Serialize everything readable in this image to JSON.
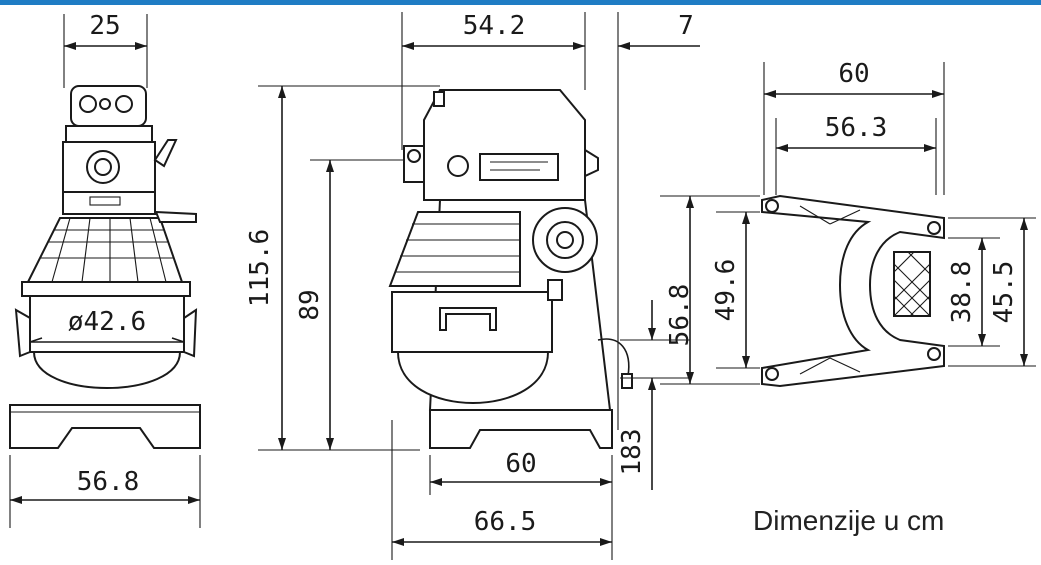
{
  "colors": {
    "topbar": "#1f7cc4",
    "line": "#1a1a1a"
  },
  "front_view": {
    "top_width": "25",
    "bowl_diameter": "ø42.6",
    "base_width": "56.8"
  },
  "side_view": {
    "depth": "54.2",
    "offset": "7",
    "total_height": "115.6",
    "bowl_height": "89",
    "base_depth": "60",
    "total_depth": "66.5",
    "cord_drop": "56.8",
    "cord_length": "183"
  },
  "base_view": {
    "outer_width": "60",
    "inner_width": "56.3",
    "outer_depth": "49.6",
    "foot_span": "38.8",
    "outer_span": "45.5"
  },
  "units_note": "Dimenzije u cm"
}
